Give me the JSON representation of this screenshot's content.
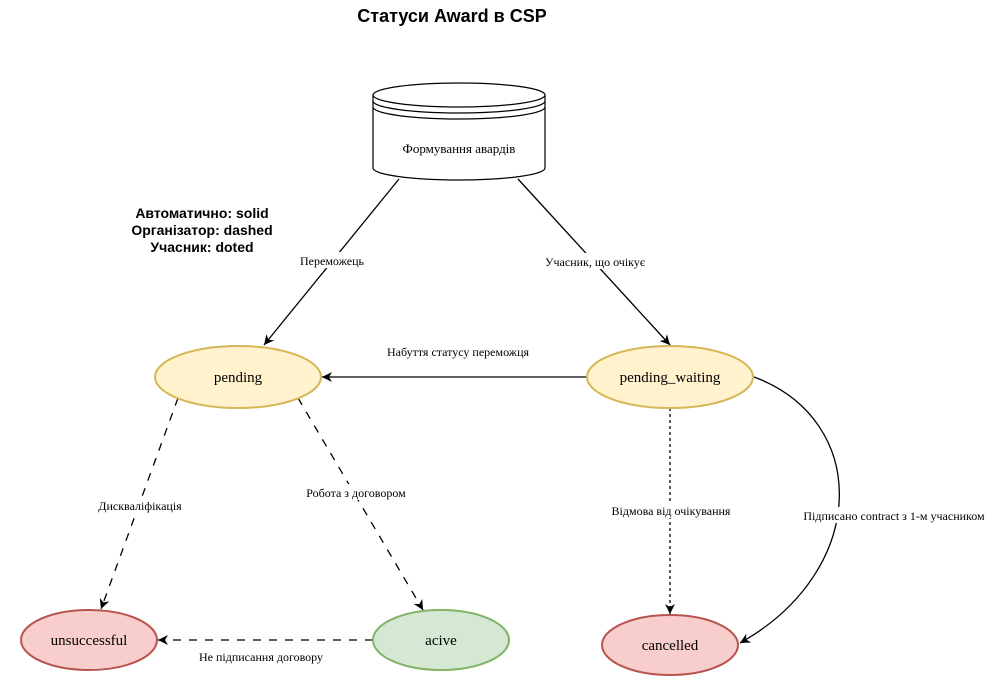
{
  "title": "Статуси Award в CSP",
  "legend": [
    "Автоматично: solid",
    "Організатор: dashed",
    "Учасник: doted"
  ],
  "colors": {
    "yellow_fill": "#fff2cc",
    "yellow_stroke": "#d6b656",
    "red_fill": "#f8cecc",
    "red_stroke": "#b85450",
    "green_fill": "#d5e8d4",
    "green_stroke": "#82b366"
  },
  "nodes": {
    "source": {
      "label": "Формування авардів",
      "shape": "database"
    },
    "pending": {
      "label": "pending",
      "status": "yellow"
    },
    "pending_waiting": {
      "label": "pending_waiting",
      "status": "yellow"
    },
    "unsuccessful": {
      "label": "unsuccessful",
      "status": "red"
    },
    "active": {
      "label": "acive",
      "status": "green"
    },
    "cancelled": {
      "label": "cancelled",
      "status": "red"
    }
  },
  "edges": {
    "source_to_pending": {
      "label": "Переможець",
      "style": "solid"
    },
    "source_to_pending_waiting": {
      "label": "Учасник, що очікує",
      "style": "solid"
    },
    "pending_waiting_to_pending": {
      "label": "Набуття статусу переможця",
      "style": "solid"
    },
    "pending_to_unsuccessful": {
      "label": "Дискваліфікація",
      "style": "dashed"
    },
    "pending_to_active": {
      "label": "Робота з договором",
      "style": "dashed"
    },
    "active_to_unsuccessful": {
      "label": "Не підписання договору",
      "style": "dashed"
    },
    "pending_waiting_to_cancelled": {
      "label": "Відмова від очікування",
      "style": "dotted"
    },
    "pending_waiting_to_cancelled_contract": {
      "label": "Підписано contract з 1-м учасником",
      "style": "solid"
    }
  }
}
